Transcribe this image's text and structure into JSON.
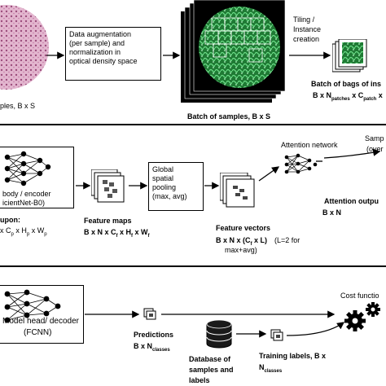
{
  "row1": {
    "input_label": "Histology samples, B x S",
    "input_label_visible": "ples, B x S",
    "augment_box": "Data augmentation (per sample) and normalization in optical density space",
    "augment_lines": [
      "Data augmentation",
      "(per sample) and",
      "normalization in",
      "optical density space"
    ],
    "batch_label": "Batch of samples, B x S",
    "tiling_lines": [
      "Tiling /",
      "Instance",
      "creation"
    ],
    "bags_label": "Batch of bags of ins",
    "bags_dims": "B x N",
    "bags_dims_sub": "patches",
    "bags_dims_rest": " x C",
    "bags_dims_sub2": "patch",
    "bags_dims_tail": " x"
  },
  "row2": {
    "encoder_lines": [
      "body / encoder",
      "icientNet-B0)"
    ],
    "upon_label": "upon:",
    "upon_dims": [
      "x C",
      "p",
      " x H",
      "p",
      " x W",
      "p"
    ],
    "feature_maps_label": "Feature maps",
    "feature_maps_dims": [
      "B x N x C",
      "f",
      " x H",
      "f",
      " x W",
      "f"
    ],
    "pooling_lines": [
      "Global",
      "spatial",
      "pooling",
      "(max, avg)"
    ],
    "feature_vectors_label": "Feature vectors",
    "feature_vectors_dims": "B x N x (C",
    "feature_vectors_sub": "f",
    "feature_vectors_tail": " x L)",
    "feature_vectors_note": [
      "(L=2 for",
      "max+avg)"
    ],
    "attention_network_label": "Attention network",
    "attention_output_label": "Attention outpu",
    "attention_output_dims": "B x N",
    "sample_lines": [
      "Samp",
      "(over"
    ]
  },
  "row3": {
    "head_lines": [
      "Model head/ decoder",
      "(FCNN)"
    ],
    "predictions_label": "Predictions",
    "predictions_dims": "B x N",
    "predictions_sub": "classes",
    "database_lines": [
      "Database of",
      "samples and",
      "labels"
    ],
    "training_labels_lines": [
      "Training labels, B x",
      "N"
    ],
    "training_labels_sub": "classes",
    "cost_function_label": "Cost functio"
  },
  "colors": {
    "tissue_pink": "#d9a3c0",
    "tissue_green": "#3fbf5a",
    "ink": "#000000"
  }
}
